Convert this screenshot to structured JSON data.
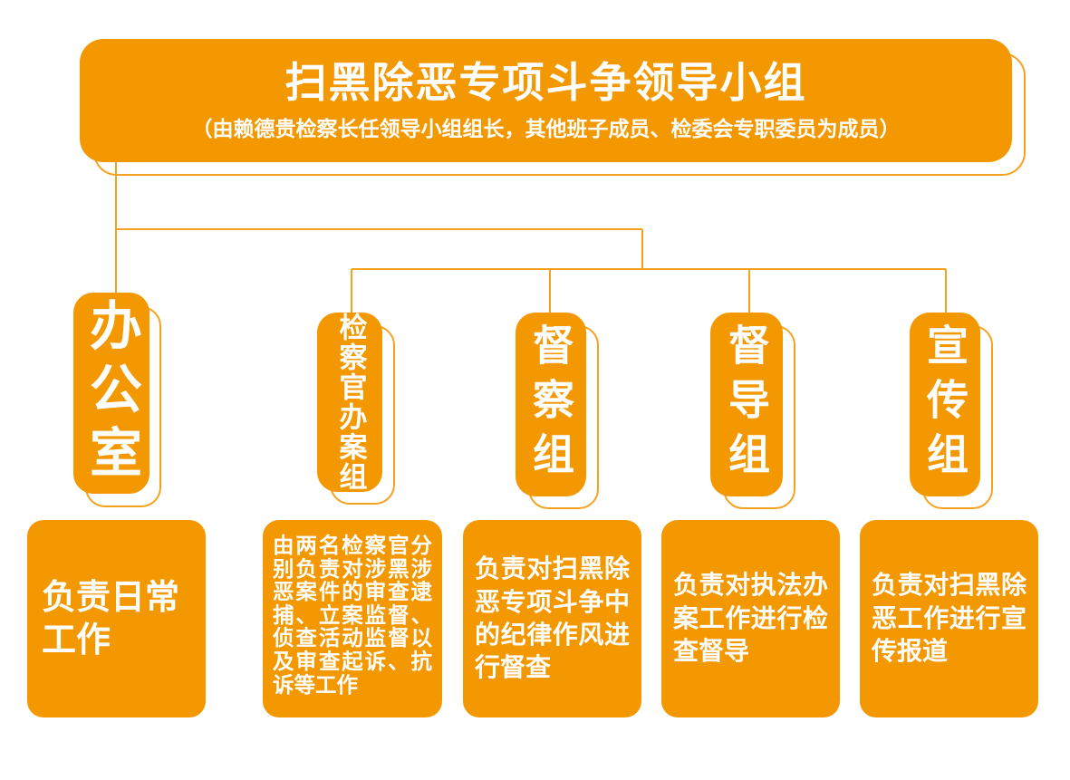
{
  "colors": {
    "box_fill": "#f39800",
    "line_stroke": "#f5a21e",
    "text": "#ffffff",
    "background": "#ffffff"
  },
  "header": {
    "title": "扫黑除恶专项斗争领导小组",
    "subtitle": "（由赖德贵检察长任领导小组组长，其他班子成员、检委会专职委员为成员）"
  },
  "groups": [
    {
      "name": "办公室",
      "duty": "负责日常工作"
    },
    {
      "name": "检察官办案组",
      "duty": "由两名检察官分别负责对涉黑涉恶案件的审查逮捕、立案监督、侦查活动监督以及审查起诉、抗诉等工作"
    },
    {
      "name": "督察组",
      "duty": "负责对扫黑除恶专项斗争中的纪律作风进行督查"
    },
    {
      "name": "督导组",
      "duty": "负责对执法办案工作进行检查督导"
    },
    {
      "name": "宣传组",
      "duty": "负责对扫黑除恶工作进行宣传报道"
    }
  ]
}
